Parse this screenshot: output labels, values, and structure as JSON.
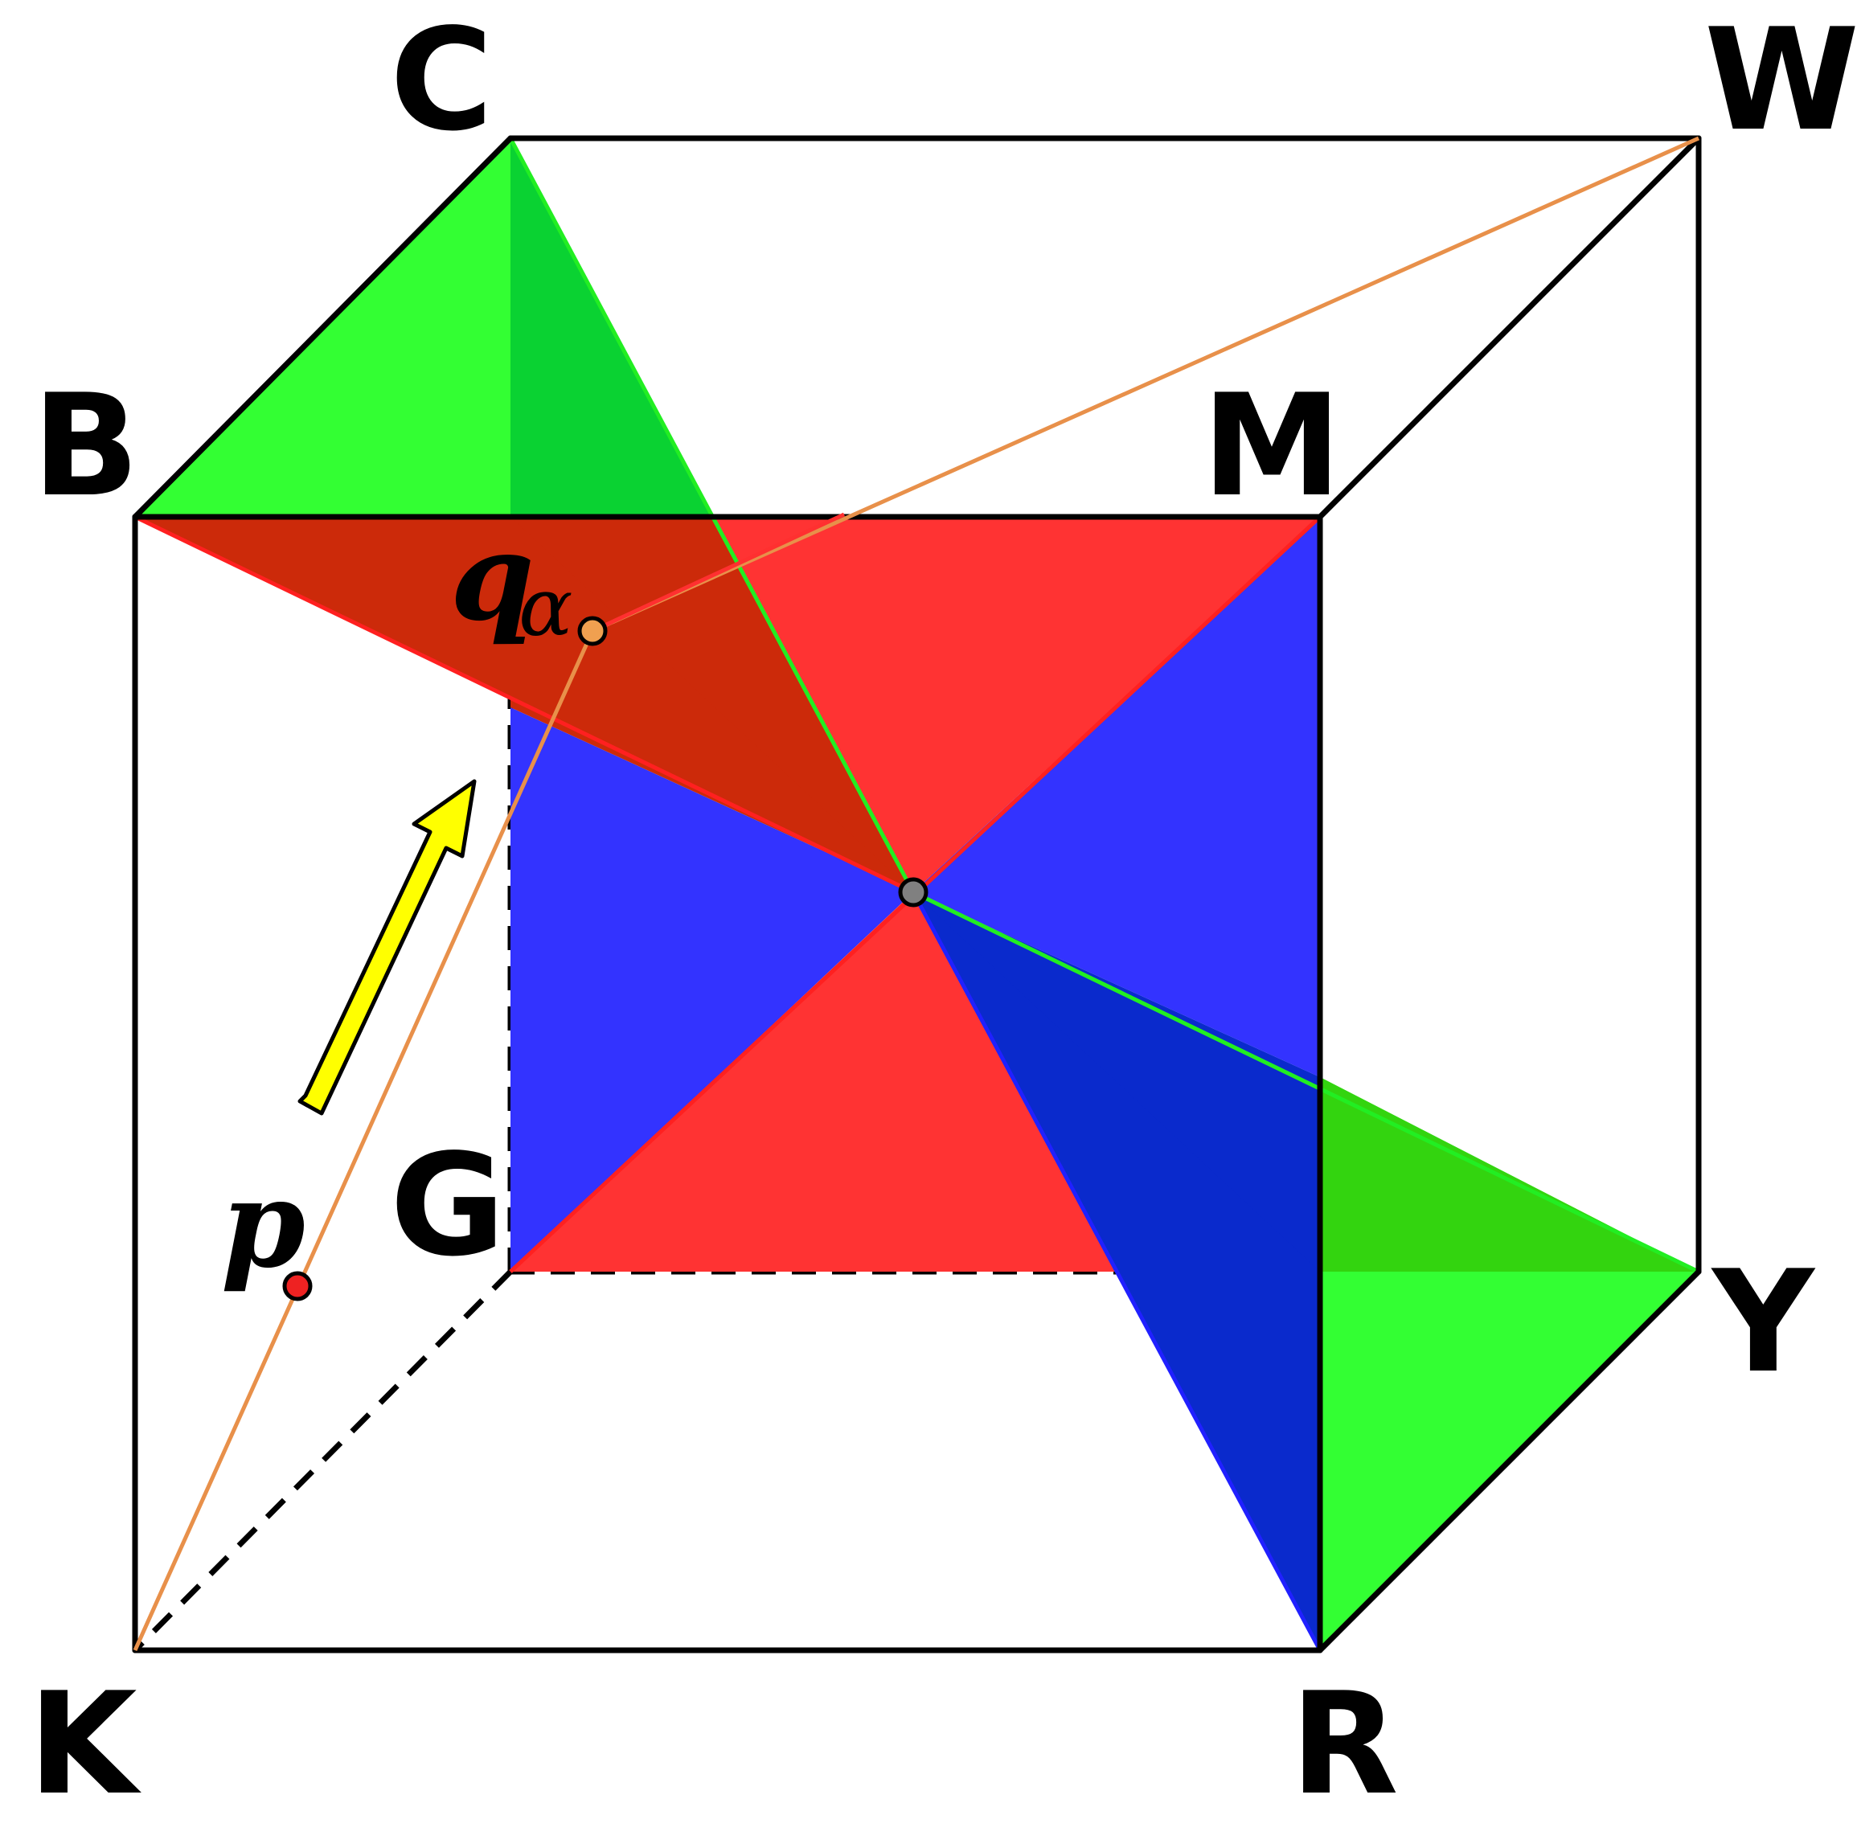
{
  "vertices": {
    "C": "C",
    "W": "W",
    "B": "B",
    "M": "M",
    "G": "G",
    "Y": "Y",
    "K": "K",
    "R": "R"
  },
  "points": {
    "q_main": "q",
    "q_sub": "α",
    "p": "p"
  },
  "colors": {
    "green": "#33ff33",
    "green_dark": "#0ad232",
    "red": "#ff3333",
    "red_dark": "#cc2a0a",
    "blue": "#3333ff",
    "blue_dark": "#0a2acc",
    "orange_line": "#e8904a",
    "orange_point": "#f0a050",
    "red_point": "#ee2222",
    "gray_point": "#808080",
    "arrow_yellow": "#ffff00"
  }
}
